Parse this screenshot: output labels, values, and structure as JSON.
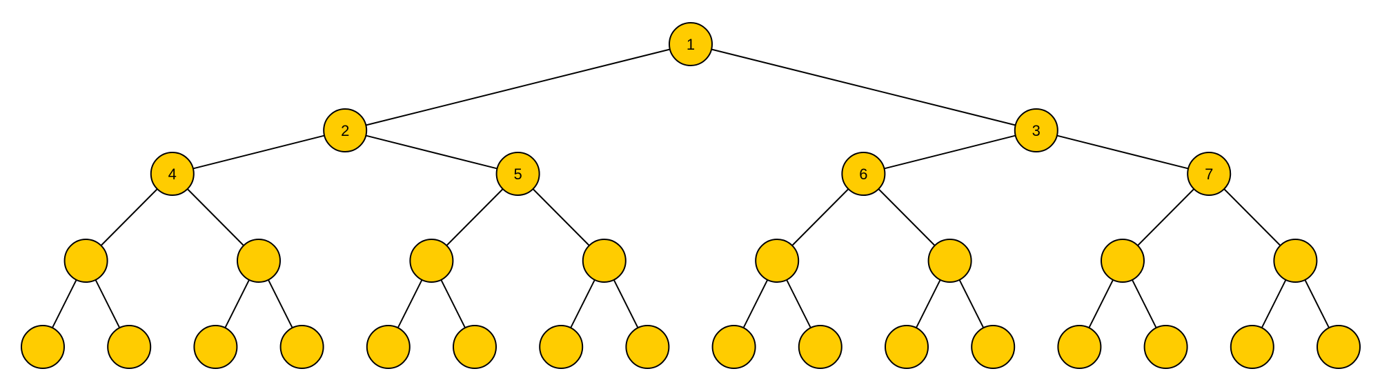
{
  "colors": {
    "node_fill": "#FFCC00",
    "node_stroke": "#000000",
    "edge": "#000000"
  },
  "tree": {
    "levels": 5,
    "nodes": [
      {
        "id": "n1",
        "label": "1"
      },
      {
        "id": "n2",
        "label": "2",
        "parent": "n1"
      },
      {
        "id": "n3",
        "label": "3",
        "parent": "n1"
      },
      {
        "id": "n4",
        "label": "4",
        "parent": "n2"
      },
      {
        "id": "n5",
        "label": "5",
        "parent": "n2"
      },
      {
        "id": "n6",
        "label": "6",
        "parent": "n3"
      },
      {
        "id": "n7",
        "label": "7",
        "parent": "n3"
      },
      {
        "id": "n8",
        "label": "",
        "parent": "n4"
      },
      {
        "id": "n9",
        "label": "",
        "parent": "n4"
      },
      {
        "id": "n10",
        "label": "",
        "parent": "n5"
      },
      {
        "id": "n11",
        "label": "",
        "parent": "n5"
      },
      {
        "id": "n12",
        "label": "",
        "parent": "n6"
      },
      {
        "id": "n13",
        "label": "",
        "parent": "n6"
      },
      {
        "id": "n14",
        "label": "",
        "parent": "n7"
      },
      {
        "id": "n15",
        "label": "",
        "parent": "n7"
      },
      {
        "id": "n16",
        "label": "",
        "parent": "n8"
      },
      {
        "id": "n17",
        "label": "",
        "parent": "n8"
      },
      {
        "id": "n18",
        "label": "",
        "parent": "n9"
      },
      {
        "id": "n19",
        "label": "",
        "parent": "n9"
      },
      {
        "id": "n20",
        "label": "",
        "parent": "n10"
      },
      {
        "id": "n21",
        "label": "",
        "parent": "n10"
      },
      {
        "id": "n22",
        "label": "",
        "parent": "n11"
      },
      {
        "id": "n23",
        "label": "",
        "parent": "n11"
      },
      {
        "id": "n24",
        "label": "",
        "parent": "n12"
      },
      {
        "id": "n25",
        "label": "",
        "parent": "n12"
      },
      {
        "id": "n26",
        "label": "",
        "parent": "n13"
      },
      {
        "id": "n27",
        "label": "",
        "parent": "n13"
      },
      {
        "id": "n28",
        "label": "",
        "parent": "n14"
      },
      {
        "id": "n29",
        "label": "",
        "parent": "n14"
      },
      {
        "id": "n30",
        "label": "",
        "parent": "n15"
      },
      {
        "id": "n31",
        "label": "",
        "parent": "n15"
      }
    ]
  }
}
